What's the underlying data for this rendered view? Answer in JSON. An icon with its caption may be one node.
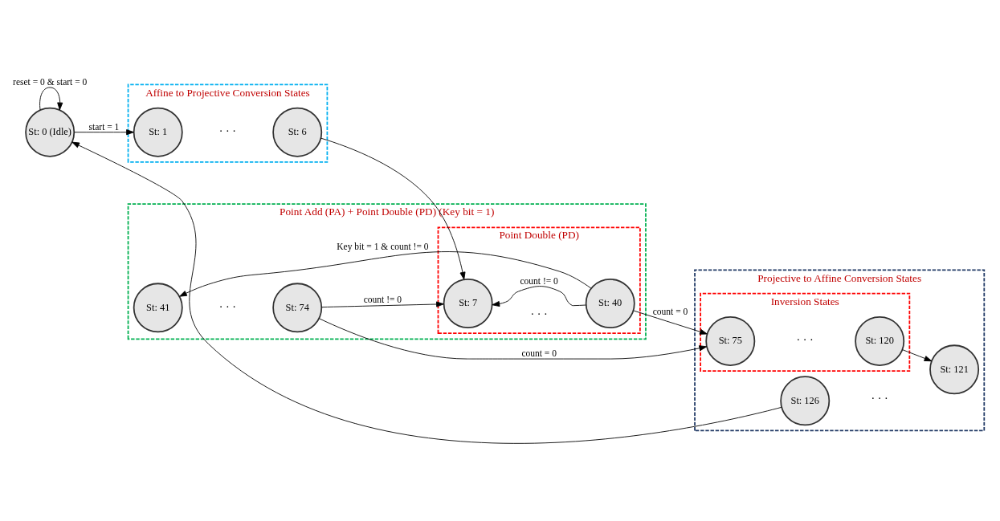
{
  "diagram": {
    "nodes": [
      {
        "text": [
          "St: 0 (Idle)"
        ]
      },
      {
        "text": [
          "Affine to Projective Conversion States"
        ]
      },
      {
        "text": [
          "St: 1"
        ],
        "in": 1
      },
      {
        "text": [
          "St: 6"
        ],
        "in": 1
      },
      {
        "text": [
          "Point Add (PA) + Point Double (PD) (Key bit = 1)"
        ]
      },
      {
        "text": [
          "St: 41"
        ],
        "in": 4
      },
      {
        "text": [
          "St: 74"
        ],
        "in": 4
      },
      {
        "text": [
          "Point Double (PD)"
        ],
        "in": 4
      },
      {
        "text": [
          "St: 7"
        ],
        "in": 7
      },
      {
        "text": [
          "St: 40"
        ],
        "in": 7
      },
      {
        "text": [
          "Projective to Affine Conversion States"
        ]
      },
      {
        "text": [
          "Inversion States"
        ],
        "in": 10
      },
      {
        "text": [
          "St: 75"
        ],
        "in": 11
      },
      {
        "text": [
          "St: 120"
        ],
        "in": 11
      },
      {
        "text": [
          "St: 126"
        ],
        "in": 10
      },
      {
        "text": [
          "St: 121"
        ],
        "in": 10
      }
    ],
    "edges": [
      {
        "from": 0,
        "to": 0,
        "arrow": "to",
        "label": "reset = 0 & start = 0"
      },
      {
        "from": 0,
        "to": 2,
        "arrow": "to",
        "label": "start = 1"
      },
      {
        "from": 3,
        "to": 8,
        "arrow": "to"
      },
      {
        "from": 9,
        "to": 8,
        "arrow": "to",
        "label": "count != 0"
      },
      {
        "from": 9,
        "to": 5,
        "arrow": "to",
        "label": "Key bit = 1 & count != 0"
      },
      {
        "from": 6,
        "to": 8,
        "arrow": "to",
        "label": "count != 0"
      },
      {
        "from": 6,
        "to": 12,
        "arrow": "to",
        "label": "count = 0"
      },
      {
        "from": 9,
        "to": 12,
        "arrow": "to",
        "label": "count = 0"
      },
      {
        "from": 13,
        "to": 15,
        "arrow": "to"
      },
      {
        "from": 14,
        "to": 0,
        "arrow": "to"
      }
    ],
    "labels": [
      "· · ·",
      "· · ·",
      "· · ·",
      "· · ·",
      "· · ·"
    ]
  }
}
